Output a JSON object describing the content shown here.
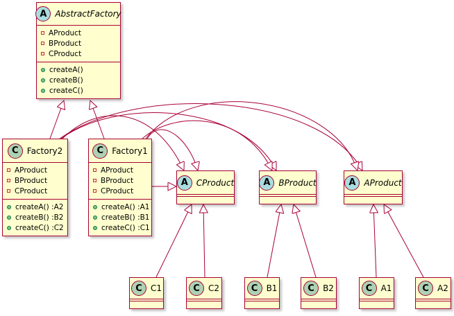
{
  "classes": {
    "abstract_factory": {
      "name": "AbstractFactory",
      "stereotype": "A",
      "attributes": [
        "AProduct",
        "BProduct",
        "CProduct"
      ],
      "methods": [
        "createA()",
        "createB()",
        "createC()"
      ]
    },
    "factory2": {
      "name": "Factory2",
      "stereotype": "C",
      "attributes": [
        "AProduct",
        "BProduct",
        "CProduct"
      ],
      "methods": [
        "createA() :A2",
        "createB() :B2",
        "createC() :C2"
      ]
    },
    "factory1": {
      "name": "Factory1",
      "stereotype": "C",
      "attributes": [
        "AProduct",
        "BProduct",
        "CProduct"
      ],
      "methods": [
        "createA() :A1",
        "createB() :B1",
        "createC() :C1"
      ]
    },
    "cproduct": {
      "name": "CProduct",
      "stereotype": "A"
    },
    "bproduct": {
      "name": "BProduct",
      "stereotype": "A"
    },
    "aproduct": {
      "name": "AProduct",
      "stereotype": "A"
    },
    "c1": {
      "name": "C1",
      "stereotype": "C"
    },
    "c2": {
      "name": "C2",
      "stereotype": "C"
    },
    "b1": {
      "name": "B1",
      "stereotype": "C"
    },
    "b2": {
      "name": "B2",
      "stereotype": "C"
    },
    "a1": {
      "name": "A1",
      "stereotype": "C"
    },
    "a2": {
      "name": "A2",
      "stereotype": "C"
    }
  },
  "relations": [
    {
      "from": "Factory2",
      "to": "AbstractFactory",
      "type": "inheritance"
    },
    {
      "from": "Factory1",
      "to": "AbstractFactory",
      "type": "inheritance"
    },
    {
      "from": "Factory1",
      "to": "CProduct",
      "type": "inheritance"
    },
    {
      "from": "Factory1",
      "to": "BProduct",
      "type": "inheritance"
    },
    {
      "from": "Factory1",
      "to": "AProduct",
      "type": "inheritance"
    },
    {
      "from": "Factory2",
      "to": "CProduct",
      "type": "inheritance"
    },
    {
      "from": "Factory2",
      "to": "BProduct",
      "type": "inheritance"
    },
    {
      "from": "Factory2",
      "to": "AProduct",
      "type": "inheritance"
    },
    {
      "from": "C1",
      "to": "CProduct",
      "type": "inheritance"
    },
    {
      "from": "C2",
      "to": "CProduct",
      "type": "inheritance"
    },
    {
      "from": "B1",
      "to": "BProduct",
      "type": "inheritance"
    },
    {
      "from": "B2",
      "to": "BProduct",
      "type": "inheritance"
    },
    {
      "from": "A1",
      "to": "AProduct",
      "type": "inheritance"
    },
    {
      "from": "A2",
      "to": "AProduct",
      "type": "inheritance"
    }
  ],
  "colors": {
    "class_fill": "#FEFECE",
    "border": "#A80036",
    "abstract_badge": "#A9DCDF",
    "class_badge": "#ADD1B2",
    "private_marker": "#C82930",
    "public_marker": "#84BE84"
  }
}
